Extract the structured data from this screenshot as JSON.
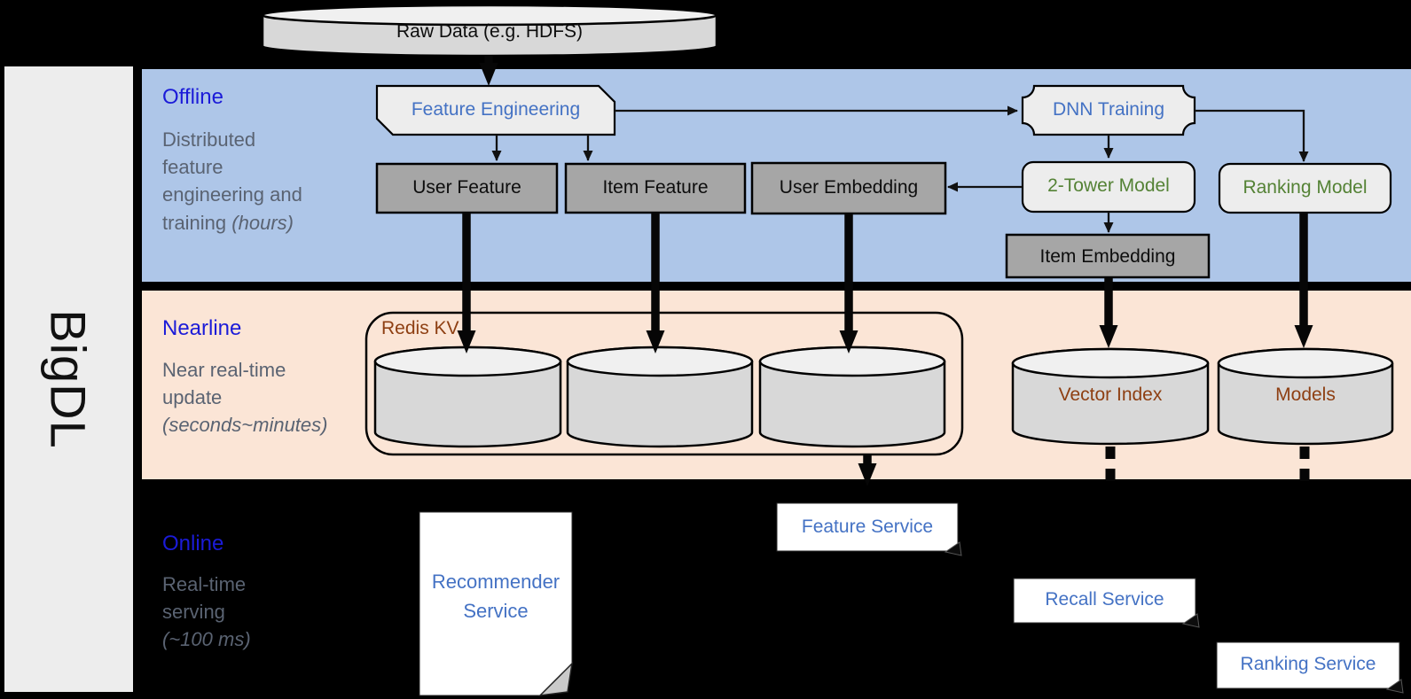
{
  "brand": {
    "name": "BigDL"
  },
  "layers": {
    "offline": {
      "title": "Offline",
      "desc": "Distributed feature engineering and training",
      "time": "(hours)"
    },
    "nearline": {
      "title": "Nearline",
      "desc": "Near real-time update",
      "time": "(seconds~minutes)"
    },
    "online": {
      "title": "Online",
      "desc": "Real-time serving",
      "time": "(~100 ms)"
    }
  },
  "nodes": {
    "raw_data": "Raw Data (e.g. HDFS)",
    "feature_engineering": "Feature Engineering",
    "dnn_training": "DNN Training",
    "user_feature": "User Feature",
    "item_feature": "Item Feature",
    "user_embedding": "User Embedding",
    "two_tower_model": "2-Tower Model",
    "ranking_model": "Ranking Model",
    "item_embedding": "Item Embedding",
    "redis_kv": "Redis KV",
    "vector_index": "Vector Index",
    "models": "Models",
    "recommender_service": "Recommender Service",
    "feature_service": "Feature Service",
    "recall_service": "Recall Service",
    "ranking_service": "Ranking Service"
  },
  "colors": {
    "band_blue": "#aec6e8",
    "band_orange": "#fbe5d6",
    "bar_gray": "#ededed",
    "label_blue": "#1b1bd8",
    "text_gray": "#5a6372",
    "node_blue": "#4472c4",
    "node_green": "#548235",
    "node_brown": "#8e3f12",
    "box_gray": "#a6a6a6",
    "box_light": "#ededed",
    "cyl_body": "#d8d8d8",
    "cyl_top": "#f0f0f0"
  }
}
